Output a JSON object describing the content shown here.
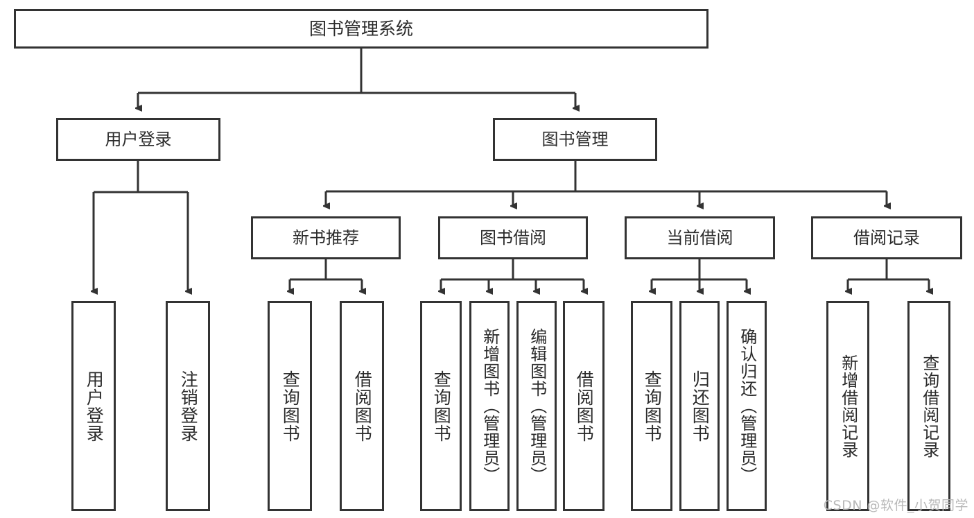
{
  "diagram": {
    "type": "tree-hierarchy",
    "title": "图书管理系统",
    "colors": {
      "node_border": "#333333",
      "node_fill": "#ffffff",
      "connector": "#333333",
      "text": "#2b2b2b",
      "watermark": "#b9b9b9"
    },
    "levels": {
      "level1": [
        {
          "id": "root",
          "label": "图书管理系统"
        }
      ],
      "level2": [
        {
          "id": "user-login",
          "label": "用户登录"
        },
        {
          "id": "book-manage",
          "label": "图书管理"
        }
      ],
      "level3": [
        {
          "id": "new-book-rec",
          "label": "新书推荐"
        },
        {
          "id": "book-borrow",
          "label": "图书借阅"
        },
        {
          "id": "current-borrow",
          "label": "当前借阅"
        },
        {
          "id": "borrow-record",
          "label": "借阅记录"
        }
      ],
      "level4": [
        {
          "id": "leaf-user-login",
          "label": "用户登录",
          "parent": "user-login"
        },
        {
          "id": "leaf-user-logout",
          "label": "注销登录",
          "parent": "user-login"
        },
        {
          "id": "leaf-query-book-1",
          "label": "查询图书",
          "parent": "new-book-rec"
        },
        {
          "id": "leaf-borrow-book-1",
          "label": "借阅图书",
          "parent": "new-book-rec"
        },
        {
          "id": "leaf-query-book-2",
          "label": "查询图书",
          "parent": "book-borrow"
        },
        {
          "id": "leaf-add-book",
          "label": "新增图书（管理员）",
          "parent": "book-borrow"
        },
        {
          "id": "leaf-edit-book",
          "label": "编辑图书（管理员）",
          "parent": "book-borrow"
        },
        {
          "id": "leaf-borrow-book-2",
          "label": "借阅图书",
          "parent": "book-borrow"
        },
        {
          "id": "leaf-query-book-3",
          "label": "查询图书",
          "parent": "current-borrow"
        },
        {
          "id": "leaf-return-book",
          "label": "归还图书",
          "parent": "current-borrow"
        },
        {
          "id": "leaf-confirm-return",
          "label": "确认归还（管理员）",
          "parent": "current-borrow"
        },
        {
          "id": "leaf-add-record",
          "label": "新增借阅记录",
          "parent": "borrow-record"
        },
        {
          "id": "leaf-query-record",
          "label": "查询借阅记录",
          "parent": "borrow-record"
        }
      ]
    },
    "watermark": "CSDN @软件_小贺同学"
  }
}
